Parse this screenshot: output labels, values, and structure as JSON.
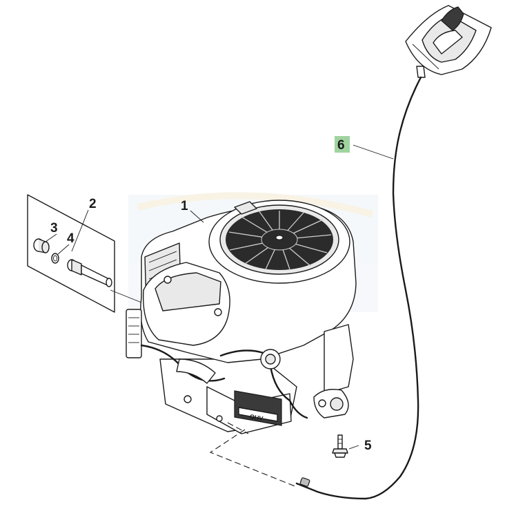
{
  "callouts": [
    {
      "id": "1",
      "label": "1",
      "highlighted": false
    },
    {
      "id": "2",
      "label": "2",
      "highlighted": false
    },
    {
      "id": "3",
      "label": "3",
      "highlighted": false
    },
    {
      "id": "4",
      "label": "4",
      "highlighted": false
    },
    {
      "id": "5",
      "label": "5",
      "highlighted": false
    },
    {
      "id": "6",
      "label": "6",
      "highlighted": true
    }
  ],
  "engine_badge": "OHV",
  "colors": {
    "line": "#1a1a1a",
    "highlight": "#9fd49f",
    "background": "#ffffff",
    "watermark": "#e6eef5"
  }
}
